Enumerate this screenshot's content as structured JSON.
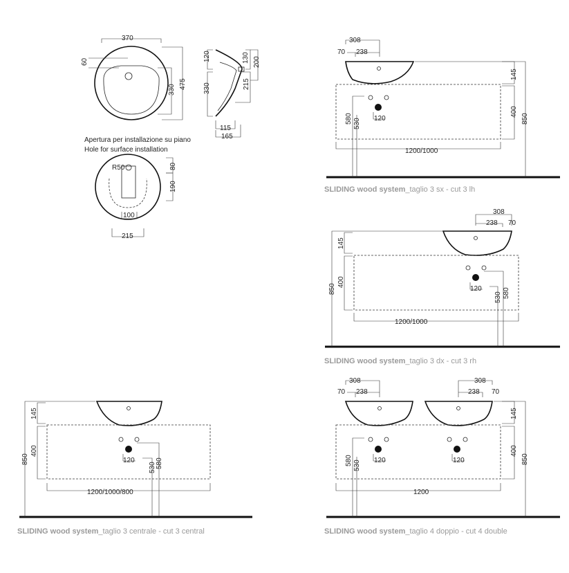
{
  "plan": {
    "d370": "370",
    "d60": "60",
    "d330": "330",
    "d475": "475"
  },
  "section": {
    "d120": "120",
    "d330": "330",
    "d130": "130",
    "d200": "200",
    "d215": "215",
    "d115": "115",
    "d165": "165"
  },
  "install": {
    "note_it": "Apertura per installazione su piano",
    "note_en": "Hole for surface installation",
    "r50": "R50",
    "d80": "80",
    "d190": "190",
    "d100": "100",
    "d215": "215"
  },
  "cut_lh": {
    "d308": "308",
    "d70": "70",
    "d238": "238",
    "d145": "145",
    "d400": "400",
    "d850": "850",
    "d580": "580",
    "d530": "530",
    "d120": "120",
    "width": "1200/1000",
    "caption_bold": "SLIDING wood system",
    "caption_rest": "_taglio 3 sx - cut 3 lh"
  },
  "cut_rh": {
    "d308": "308",
    "d238": "238",
    "d70": "70",
    "d145": "145",
    "d400": "400",
    "d850": "850",
    "d530": "530",
    "d580": "580",
    "d120": "120",
    "width": "1200/1000",
    "caption_bold": "SLIDING wood system",
    "caption_rest": "_taglio 3 dx - cut 3 rh"
  },
  "cut_central": {
    "d145": "145",
    "d400": "400",
    "d850": "850",
    "d530": "530",
    "d580": "580",
    "d120": "120",
    "width": "1200/1000/800",
    "caption_bold": "SLIDING wood system",
    "caption_rest": "_taglio 3 centrale - cut 3 central"
  },
  "cut_double": {
    "d308_left": "308",
    "d70_left": "70",
    "d238_left": "238",
    "d308_right": "308",
    "d238_right": "238",
    "d70_right": "70",
    "d145": "145",
    "d400": "400",
    "d850": "850",
    "d580": "580",
    "d530": "530",
    "d120_left": "120",
    "d120_right": "120",
    "width": "1200",
    "caption_bold": "SLIDING wood system",
    "caption_rest": "_taglio 4 doppio - cut 4 double"
  }
}
